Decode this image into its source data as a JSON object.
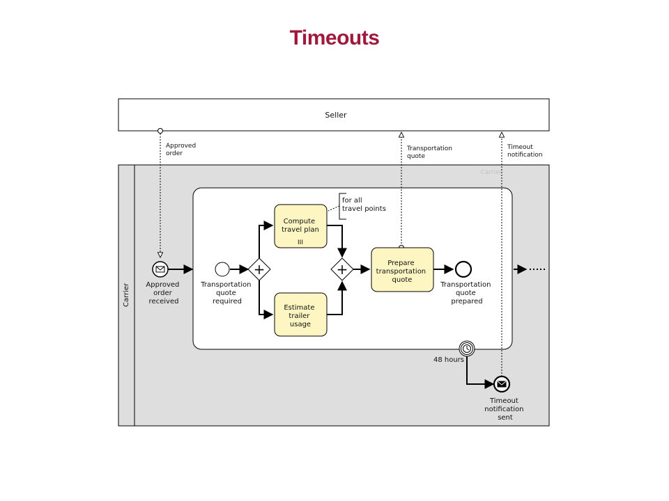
{
  "title": "Timeouts",
  "colors": {
    "title": "#a0183c",
    "task_fill": "#fdf6c3",
    "pool_fill": "#dedede",
    "line": "#000000"
  },
  "pools": {
    "seller": "Seller",
    "carrier": "Carrier",
    "carrier_watermark": "Carrier"
  },
  "messages": {
    "approved_order": [
      "Approved",
      "order"
    ],
    "transportation_quote": [
      "Transportation",
      "quote"
    ],
    "timeout_notification": [
      "Timeout",
      "notification"
    ]
  },
  "events": {
    "approved_order_received": [
      "Approved",
      "order",
      "received"
    ],
    "quote_required": [
      "Transportation",
      "quote",
      "required"
    ],
    "quote_prepared": [
      "Transportation",
      "quote",
      "prepared"
    ],
    "timeout_timer": "48 hours",
    "timeout_notification_sent": [
      "Timeout",
      "notification",
      "sent"
    ]
  },
  "tasks": {
    "compute_travel_plan": [
      "Compute",
      "travel plan"
    ],
    "loop_marker": "III",
    "estimate_trailer_usage": [
      "Estimate",
      "trailer",
      "usage"
    ],
    "prepare_quote": [
      "Prepare",
      "transportation",
      "quote"
    ]
  },
  "annotation": [
    "for all",
    "travel points"
  ],
  "gateway_symbol": "+"
}
